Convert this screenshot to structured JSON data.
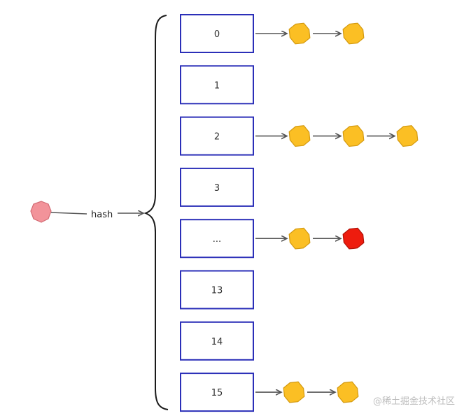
{
  "diagram": {
    "input_label": "hash",
    "buckets": [
      {
        "label": "0",
        "chain": [
          "normal",
          "normal"
        ]
      },
      {
        "label": "1",
        "chain": []
      },
      {
        "label": "2",
        "chain": [
          "normal",
          "normal",
          "normal"
        ]
      },
      {
        "label": "3",
        "chain": []
      },
      {
        "label": "...",
        "chain": [
          "normal",
          "highlight"
        ]
      },
      {
        "label": "13",
        "chain": []
      },
      {
        "label": "14",
        "chain": []
      },
      {
        "label": "15",
        "chain": [
          "normal",
          "normal"
        ]
      }
    ],
    "watermark": "@稀土掘金技术社区"
  },
  "colors": {
    "bucket_border": "#2b2fb8",
    "node_normal": "#fbbf24",
    "node_normal_stroke": "#d49a10",
    "node_highlight": "#ee1c0e",
    "node_highlight_stroke": "#b01208",
    "input_node": "#f2939a",
    "input_node_stroke": "#d36b74",
    "arrow": "#555555"
  }
}
